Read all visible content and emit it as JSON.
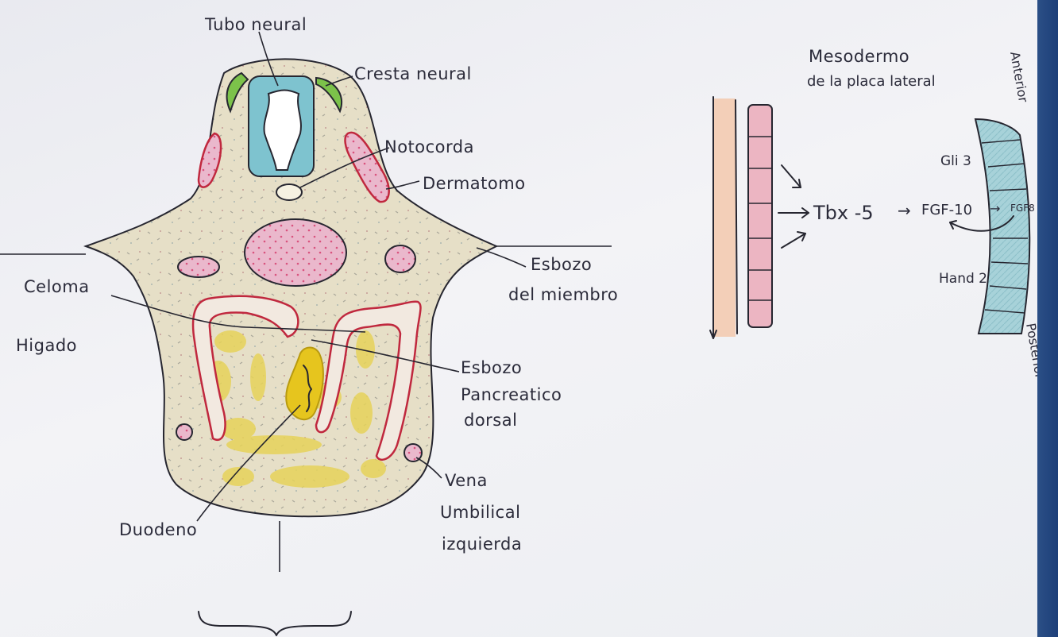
{
  "section_diagram": {
    "labels": {
      "tubo_neural": "Tubo neural",
      "cresta_neural": "Cresta neural",
      "notocorda": "Notocorda",
      "dermatomo": "Dermatomo",
      "esbozo_miembro_l1": "Esbozo",
      "esbozo_miembro_l2": "del miembro",
      "celoma": "Celoma",
      "higado": "Higado",
      "esbozo_pancreatico_l1": "Esbozo",
      "esbozo_pancreatico_l2": "Pancreatico",
      "esbozo_pancreatico_l3": "dorsal",
      "vena_l1": "Vena",
      "vena_l2": "Umbilical",
      "vena_l3": "izquierda",
      "duodeno": "Duodeno"
    }
  },
  "signaling_diagram": {
    "labels": {
      "mesodermo_l1": "Mesodermo",
      "mesodermo_l2": "de la placa lateral",
      "anterior": "Anterior",
      "posterior": "Posterior",
      "gli3": "Gli 3",
      "hand2": "Hand 2",
      "tbx5": "Tbx -5",
      "arrow1": "→",
      "fgf10": "FGF-10",
      "arrow2": "→",
      "fgf8": "FGF8"
    }
  },
  "colors": {
    "paper": "#f1f1f4",
    "body_fill": "#e6dfc7",
    "neural_tube": "#7ec3cf",
    "neural_crest": "#7cc24a",
    "pink": "#e9a7c0",
    "red_outline": "#c0283e",
    "yellow": "#e6d35a",
    "blue_ridge": "#9ccbd3",
    "ink": "#262630"
  }
}
